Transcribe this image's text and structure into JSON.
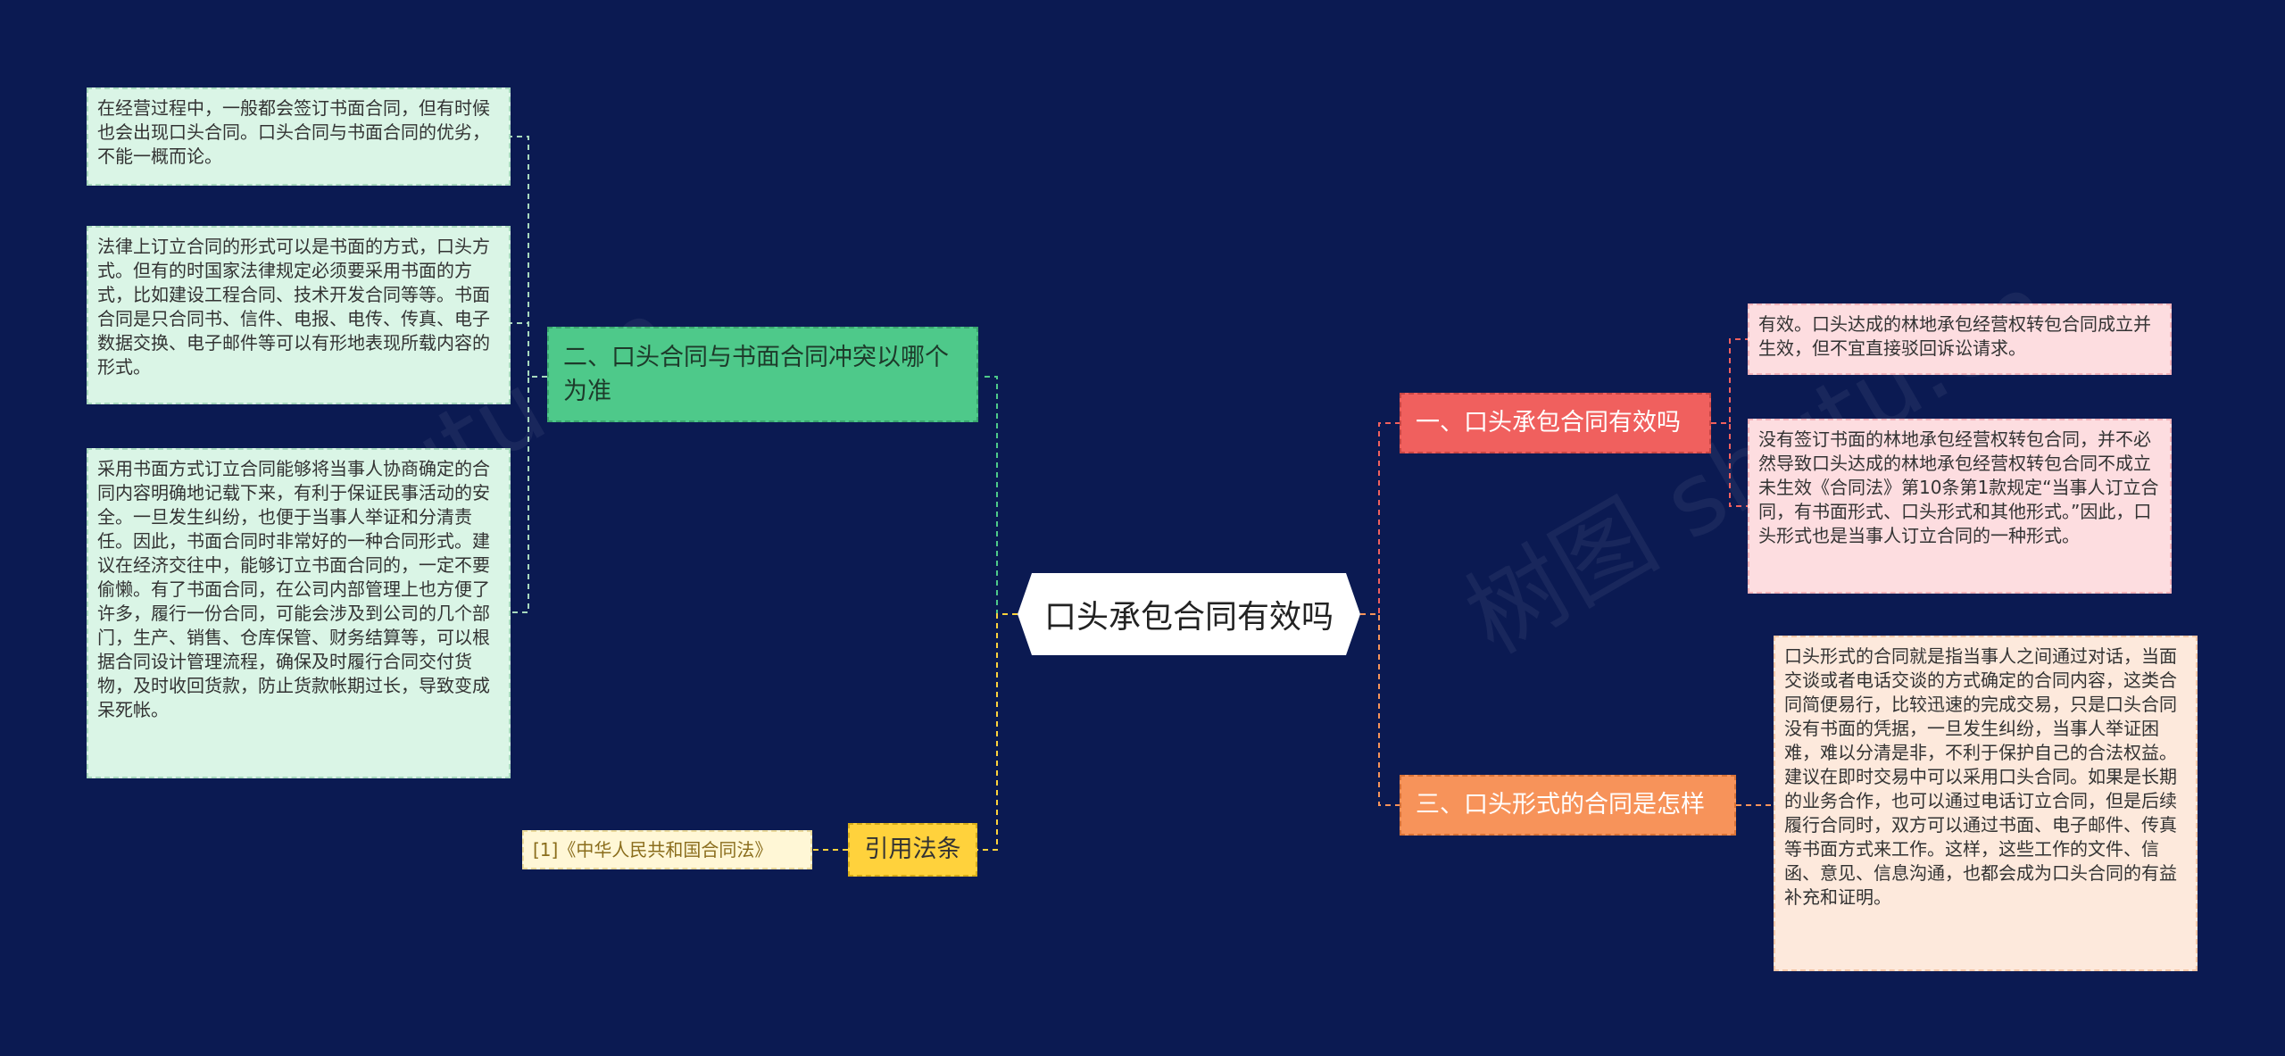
{
  "root": {
    "label": "口头承包合同有效吗"
  },
  "branches": {
    "b2": {
      "label": "二、口头合同与书面合同冲突以哪个为准",
      "color": "#4ec98a",
      "leaves": [
        "在经营过程中，一般都会签订书面合同，但有时候也会出现口头合同。口头合同与书面合同的优劣，不能一概而论。",
        "法律上订立合同的形式可以是书面的方式，口头方式。但有的时国家法律规定必须要采用书面的方式，比如建设工程合同、技术开发合同等等。书面合同是只合同书、信件、电报、电传、传真、电子数据交换、电子邮件等可以有形地表现所载内容的形式。",
        "采用书面方式订立合同能够将当事人协商确定的合同内容明确地记载下来，有利于保证民事活动的安全。一旦发生纠纷，也便于当事人举证和分清责任。因此，书面合同时非常好的一种合同形式。建议在经济交往中，能够订立书面合同的，一定不要偷懒。有了书面合同，在公司内部管理上也方便了许多，履行一份合同，可能会涉及到公司的几个部门，生产、销售、仓库保管、财务结算等，可以根据合同设计管理流程，确保及时履行合同交付货物，及时收回货款，防止货款帐期过长，导致变成呆死帐。"
      ]
    },
    "cite": {
      "label": "引用法条",
      "color": "#ffd23c",
      "leaves": [
        "[1]《中华人民共和国合同法》"
      ]
    },
    "b1": {
      "label": "一、口头承包合同有效吗",
      "color": "#f0605e",
      "leaves": [
        "有效。口头达成的林地承包经营权转包合同成立并生效，但不宜直接驳回诉讼请求。",
        "没有签订书面的林地承包经营权转包合同，并不必然导致口头达成的林地承包经营权转包合同不成立未生效《合同法》第10条第1款规定“当事人订立合同，有书面形式、口头形式和其他形式。”因此，口头形式也是当事人订立合同的一种形式。"
      ]
    },
    "b3": {
      "label": "三、口头形式的合同是怎样",
      "color": "#f7935a",
      "leaves": [
        "口头形式的合同就是指当事人之间通过对话，当面交谈或者电话交谈的方式确定的合同内容，这类合同简便易行，比较迅速的完成交易，只是口头合同没有书面的凭据，一旦发生纠纷，当事人举证困难，难以分清是非，不利于保护自己的合法权益。建议在即时交易中可以采用口头合同。如果是长期的业务合作，也可以通过电话订立合同，但是后续履行合同时，双方可以通过书面、电子邮件、传真等书面方式来工作。这样，这些工作的文件、信函、意见、信息沟通，也都会成为口头合同的有益补充和证明。"
      ]
    }
  }
}
